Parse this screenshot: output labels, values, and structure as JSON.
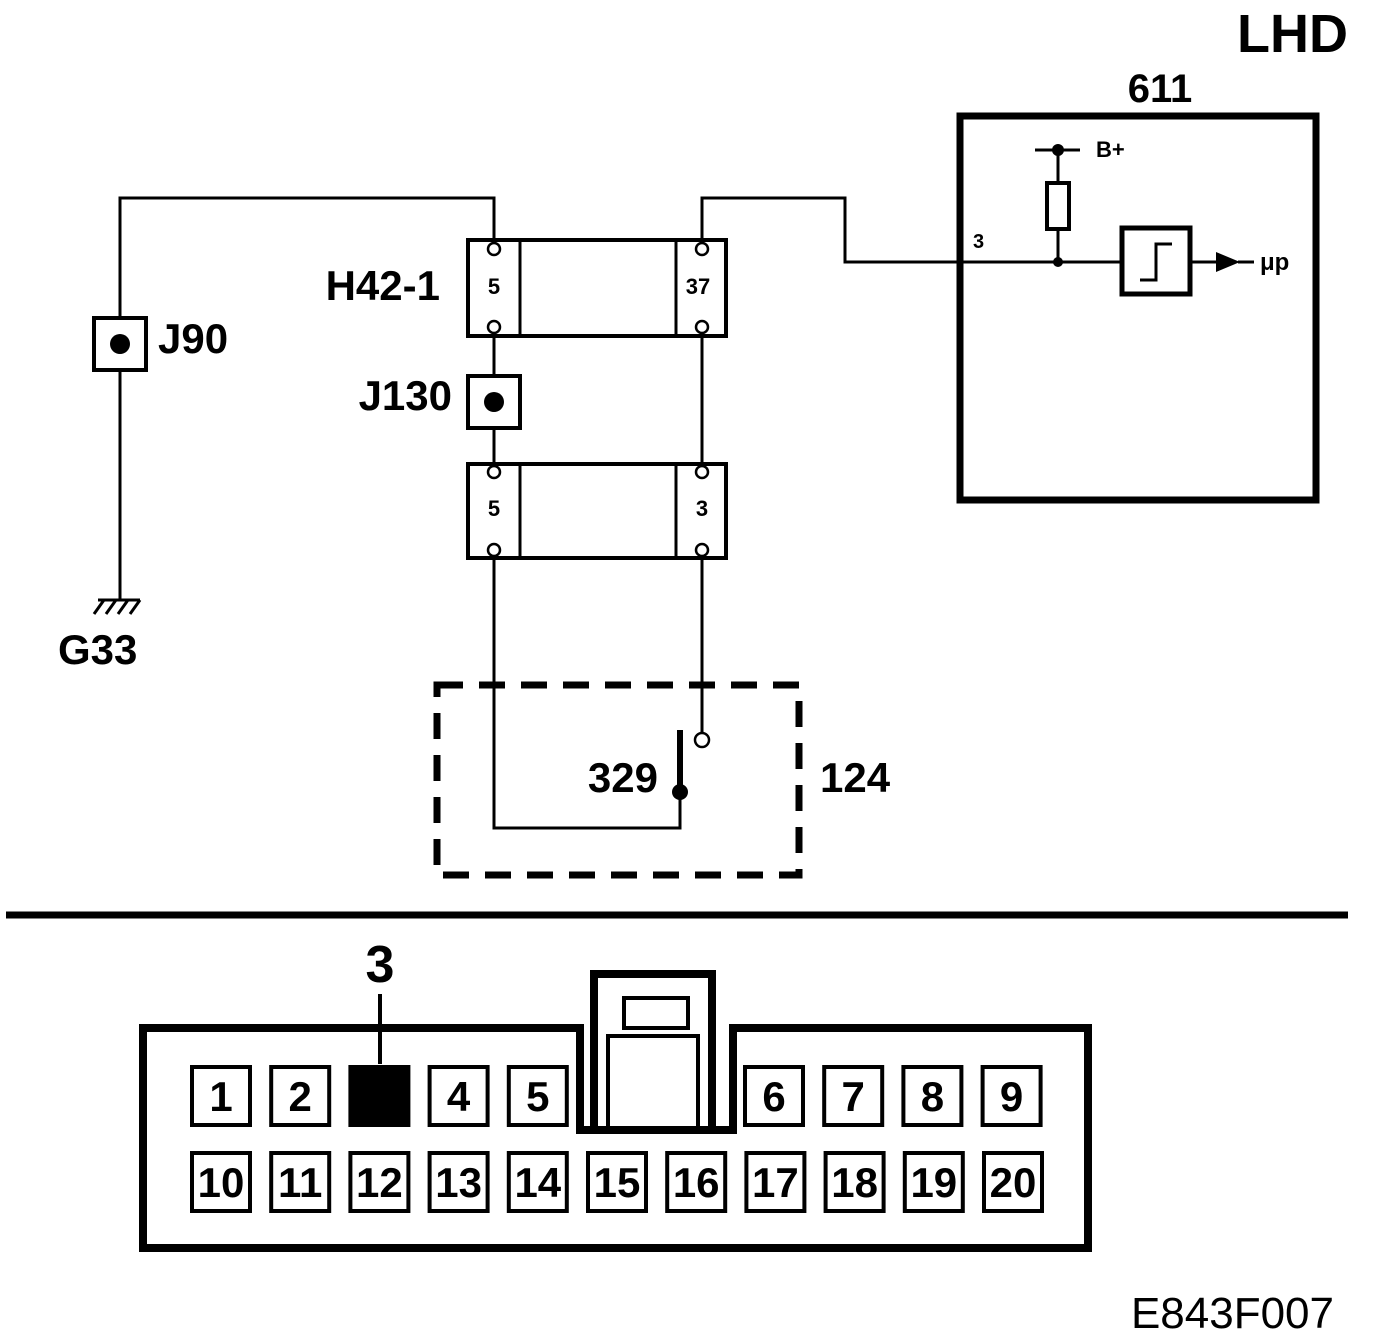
{
  "header": {
    "variant": "LHD",
    "figure_id": "E843F007"
  },
  "ground": {
    "label": "G33"
  },
  "junctions": {
    "left": "J90",
    "middle": "J130"
  },
  "connector_h42": {
    "label": "H42-1",
    "pins": {
      "left": "5",
      "right": "37"
    }
  },
  "connector_lower": {
    "pins": {
      "left": "5",
      "right": "3"
    }
  },
  "switch_component": {
    "number": "124",
    "switch_label": "329"
  },
  "control_module": {
    "number": "611",
    "pin_label": "3",
    "supply_label": "B+",
    "output_label": "μp"
  },
  "connector_view": {
    "highlight_label": "3",
    "highlighted_pin": "3",
    "top_row_left": [
      "1",
      "2",
      "3",
      "4",
      "5"
    ],
    "top_row_right": [
      "6",
      "7",
      "8",
      "9"
    ],
    "bottom_row": [
      "10",
      "11",
      "12",
      "13",
      "14",
      "15",
      "16",
      "17",
      "18",
      "19",
      "20"
    ]
  },
  "colors": {
    "ink": "#000000",
    "paper": "#ffffff"
  }
}
